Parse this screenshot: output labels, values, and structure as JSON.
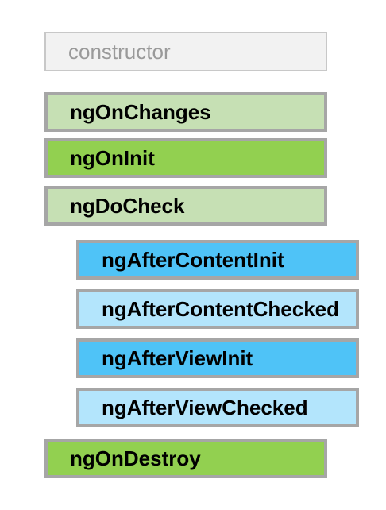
{
  "lifecycle": {
    "constructor": "constructor",
    "ng_on_changes": "ngOnChanges",
    "ng_on_init": "ngOnInit",
    "ng_do_check": "ngDoCheck",
    "ng_after_content_init": "ngAfterContentInit",
    "ng_after_content_checked": "ngAfterContentChecked",
    "ng_after_view_init": "ngAfterViewInit",
    "ng_after_view_checked": "ngAfterViewChecked",
    "ng_on_destroy": "ngOnDestroy"
  },
  "colors": {
    "muted_fill": "#f2f2f2",
    "light_green": "#c6e0b4",
    "green": "#92d050",
    "blue": "#4fc3f7",
    "light_blue": "#b3e5fc",
    "border": "#a6a6a6"
  }
}
